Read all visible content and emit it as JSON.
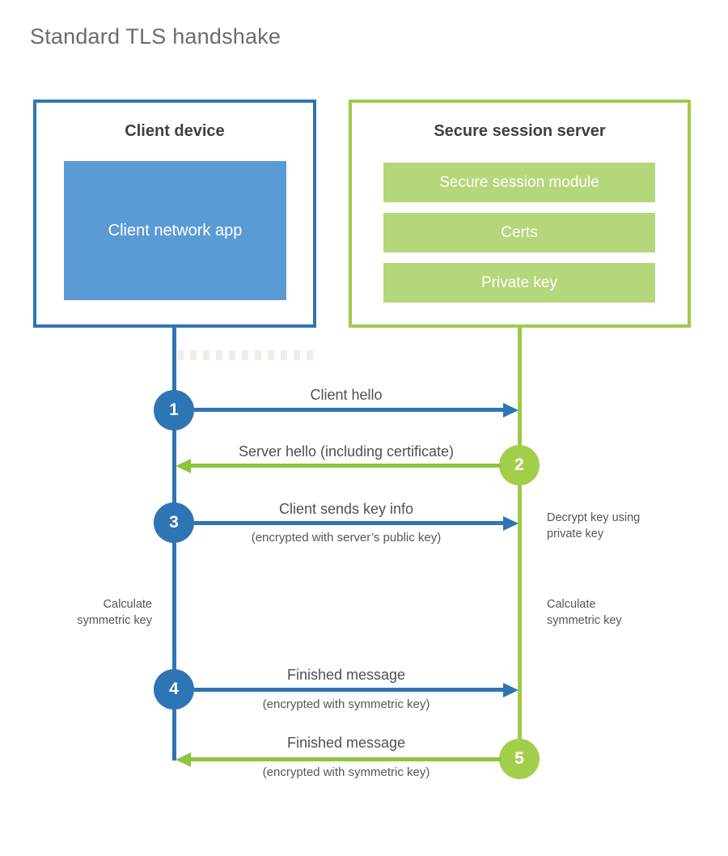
{
  "title": "Standard TLS handshake",
  "colors": {
    "blue_dark": "#2e75b5",
    "blue_light": "#5b9bd5",
    "green_line": "#9fcb49",
    "green_arrow": "#8fc43e",
    "green_circle": "#a3ce4c",
    "green_bar": "#b3d77a",
    "heading_text": "#3f4042",
    "label_text": "#4f5053",
    "title_text": "#6b6c70",
    "white": "#ffffff"
  },
  "client": {
    "title": "Client device",
    "app_label": "Client network app"
  },
  "server": {
    "title": "Secure session server",
    "modules": [
      {
        "label": "Secure session module"
      },
      {
        "label": "Certs"
      },
      {
        "label": "Private key"
      }
    ]
  },
  "steps": [
    {
      "num": "1",
      "direction": "right",
      "color": "blue",
      "label": "Client hello",
      "sublabel": ""
    },
    {
      "num": "2",
      "direction": "left",
      "color": "green",
      "label": "Server hello (including certificate)",
      "sublabel": ""
    },
    {
      "num": "3",
      "direction": "right",
      "color": "blue",
      "label": "Client sends key info",
      "sublabel": "(encrypted with server’s public key)"
    },
    {
      "num": "4",
      "direction": "right",
      "color": "blue",
      "label": "Finished message",
      "sublabel": "(encrypted with symmetric key)"
    },
    {
      "num": "5",
      "direction": "left",
      "color": "green",
      "label": "Finished message",
      "sublabel": "(encrypted with symmetric key)"
    }
  ],
  "side_notes": {
    "decrypt": "Decrypt key using\nprivate key",
    "calc_left": "Calculate\nsymmetric key",
    "calc_right": "Calculate\nsymmetric key"
  }
}
